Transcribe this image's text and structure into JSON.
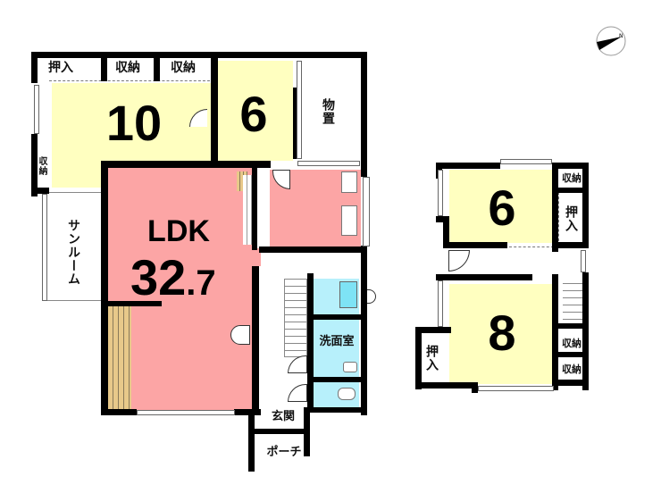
{
  "floor1": {
    "rooms": {
      "oshiire": {
        "label": "押入"
      },
      "storage1": {
        "label": "収納"
      },
      "storage2": {
        "label": "収納"
      },
      "storage_side": {
        "label": "収納"
      },
      "washitsu10": {
        "label": "10"
      },
      "washitsu6": {
        "label": "6"
      },
      "mono_oki": {
        "label": "物置"
      },
      "sunroom": {
        "label": "サンルーム"
      },
      "ldk": {
        "label": "LDK",
        "size_int": "32",
        "size_dec": ".7"
      },
      "washroom": {
        "label": "洗面室"
      },
      "entrance": {
        "label": "玄関"
      },
      "porch": {
        "label": "ポーチ"
      }
    }
  },
  "floor2": {
    "rooms": {
      "room6": {
        "label": "6"
      },
      "room6_storage": {
        "label": "収納"
      },
      "room6_oshiire": {
        "label": "押入"
      },
      "room8": {
        "label": "8"
      },
      "room8_oshiire": {
        "label": "押入"
      },
      "room8_storage1": {
        "label": "収納"
      },
      "room8_storage2": {
        "label": "収納"
      }
    }
  },
  "colors": {
    "tatami": "#ffffc0",
    "ldk": "#fca5a5",
    "wet": "#b7f0fb",
    "wood": "#e8c98a"
  }
}
